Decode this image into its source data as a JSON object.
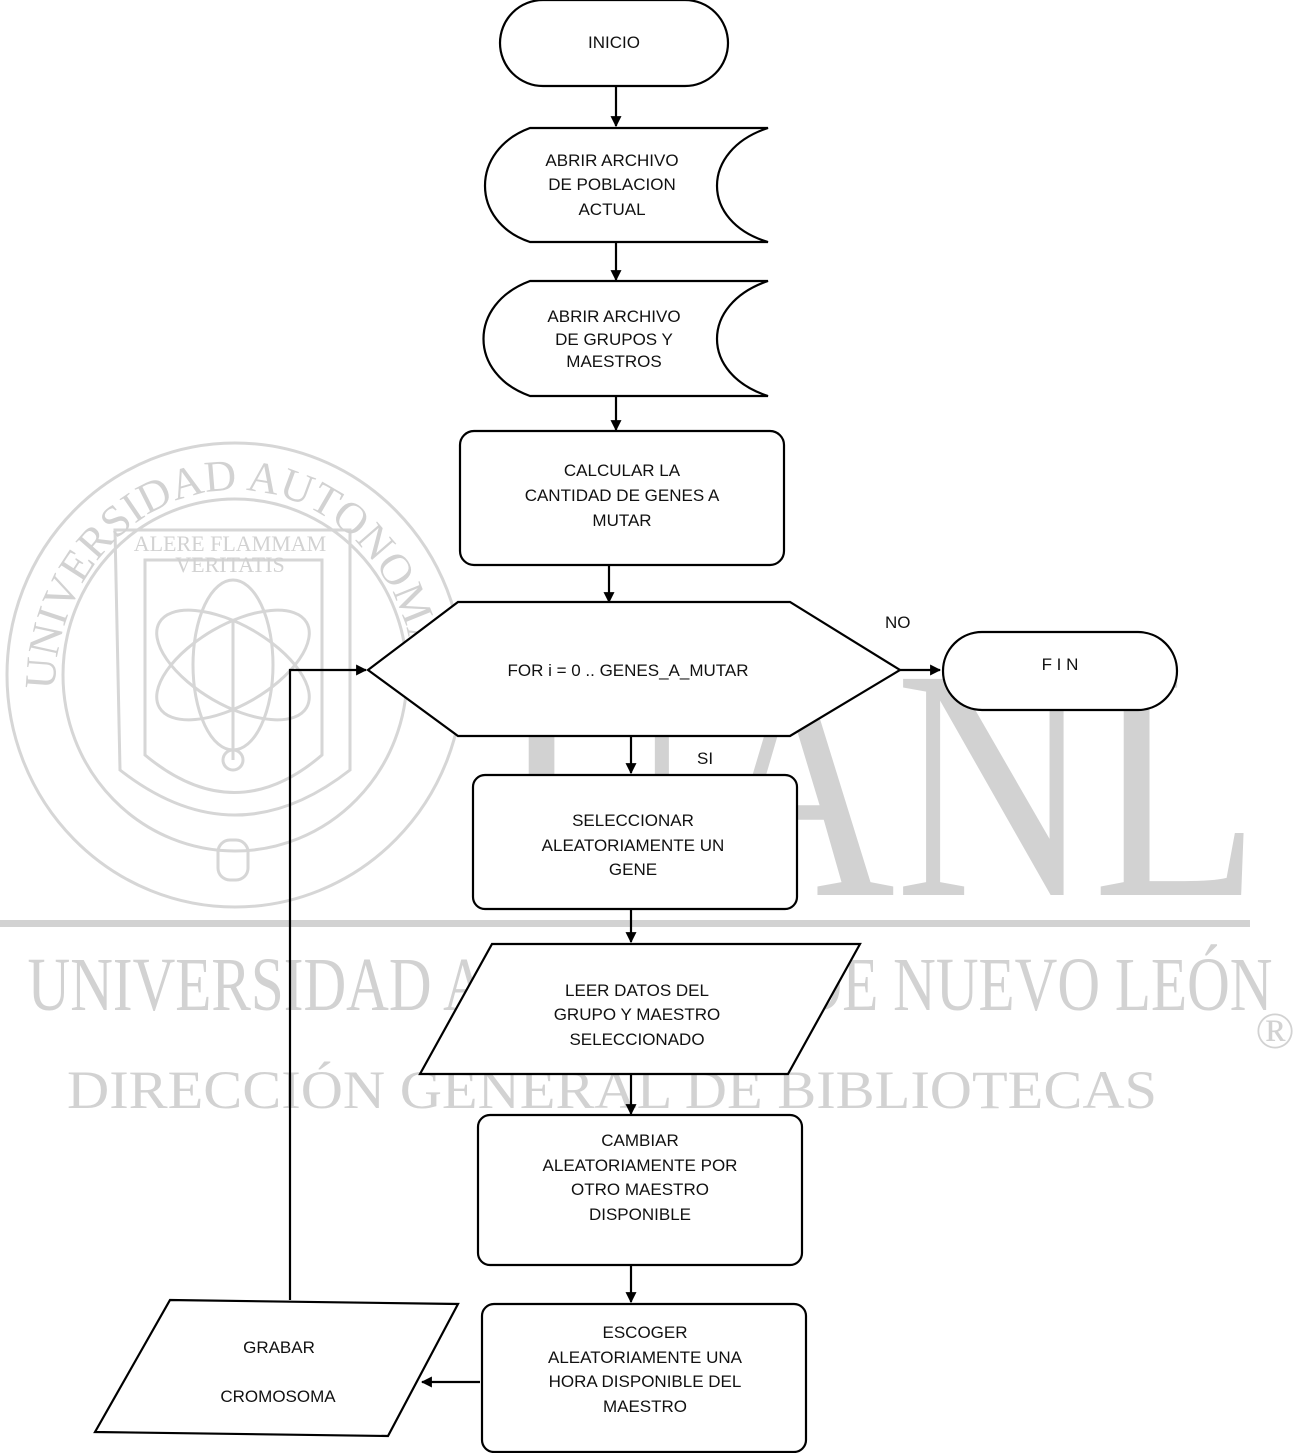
{
  "watermark": {
    "seal_motto_line1": "ALERE FLAMMAM",
    "seal_motto_line2": "VERITATIS",
    "seal_ring_text": "UNIVERSIDAD AUTONOMA DE NUEVO LEON",
    "logo": "UANL",
    "university": "UNIVERSIDAD AUTÓNOMA DE NUEVO LEÓN",
    "registered_mark": "®",
    "department": "DIRECCIÓN GENERAL DE BIBLIOTECAS"
  },
  "flowchart": {
    "start": "INICIO",
    "open_population": [
      "ABRIR ARCHIVO",
      "DE POBLACION",
      "ACTUAL"
    ],
    "open_groups": [
      "ABRIR ARCHIVO",
      "DE GRUPOS  Y",
      "MAESTROS"
    ],
    "calc_genes": [
      "CALCULAR LA",
      "CANTIDAD DE GENES A",
      "MUTAR"
    ],
    "loop": "FOR i = 0 .. GENES_A_MUTAR",
    "loop_no": "NO",
    "loop_yes": "SI",
    "end": "F I N",
    "select_gene": [
      "SELECCIONAR",
      "ALEATORIAMENTE UN",
      "GENE"
    ],
    "read_data": [
      "LEER DATOS DEL",
      "GRUPO Y MAESTRO",
      "SELECCIONADO"
    ],
    "change_teacher": [
      "CAMBIAR",
      "ALEATORIAMENTE POR",
      "OTRO MAESTRO",
      "DISPONIBLE"
    ],
    "choose_hour": [
      "ESCOGER",
      "ALEATORIAMENTE UNA",
      "HORA DISPONIBLE DEL",
      "MAESTRO"
    ],
    "save_line1": "GRABAR",
    "save_line2": "CROMOSOMA"
  }
}
